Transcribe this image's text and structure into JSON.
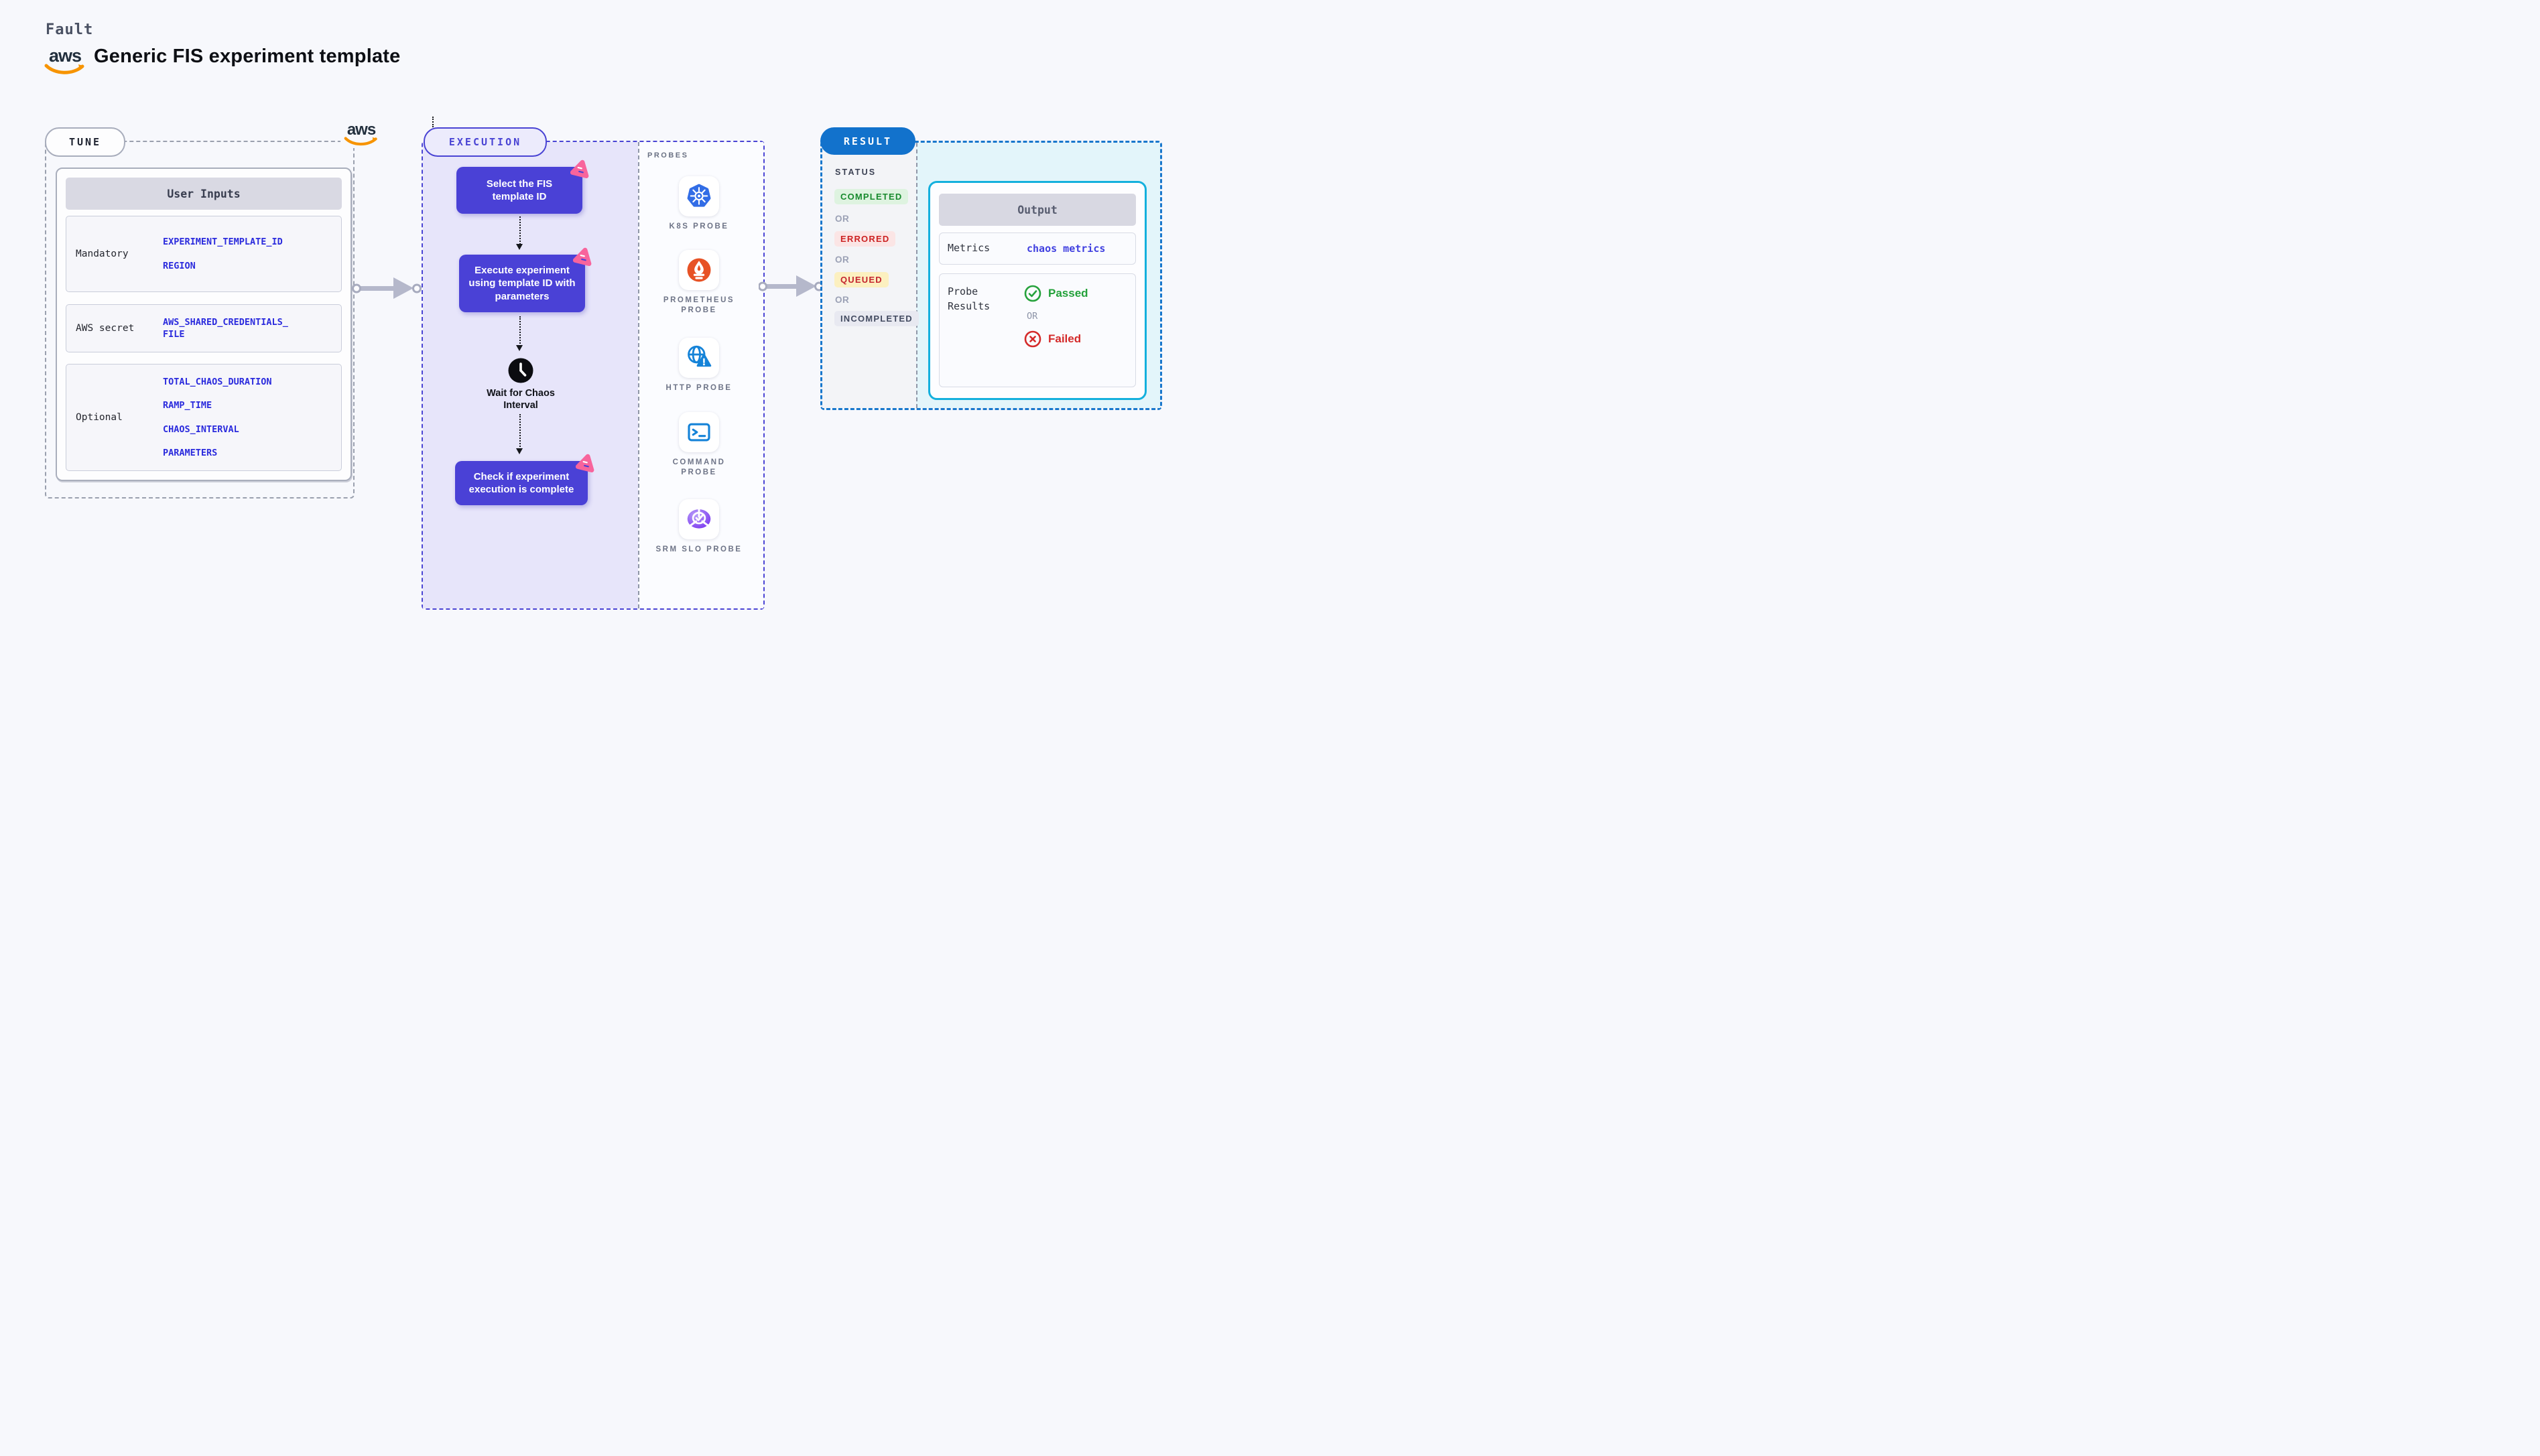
{
  "header": {
    "brand": "Fault",
    "title": "Generic FIS experiment template",
    "aws_logo_text": "aws"
  },
  "tune": {
    "badge": "TUNE",
    "table": {
      "header": "User Inputs",
      "rows": [
        {
          "label": "Mandatory",
          "values": [
            "EXPERIMENT_TEMPLATE_ID",
            "REGION"
          ]
        },
        {
          "label": "AWS secret",
          "values": [
            "AWS_SHARED_CREDENTIALS_FILE"
          ]
        },
        {
          "label": "Optional",
          "values": [
            "TOTAL_CHAOS_DURATION",
            "RAMP_TIME",
            "CHAOS_INTERVAL",
            "PARAMETERS"
          ]
        }
      ]
    }
  },
  "execution": {
    "badge": "EXECUTION",
    "step1": "Select the FIS template ID",
    "step2": "Execute experiment using template ID with parameters",
    "wait": "Wait for Chaos Interval",
    "step3": "Check if experiment execution is complete"
  },
  "probes": {
    "label": "PROBES",
    "items": [
      {
        "name": "K8S PROBE",
        "icon": "kubernetes-icon"
      },
      {
        "name": "PROMETHEUS PROBE",
        "icon": "prometheus-icon"
      },
      {
        "name": "HTTP PROBE",
        "icon": "globe-alert-icon"
      },
      {
        "name": "COMMAND PROBE",
        "icon": "terminal-icon"
      },
      {
        "name": "SRM SLO PROBE",
        "icon": "slo-donut-check-icon"
      }
    ]
  },
  "result": {
    "badge": "RESULT",
    "status_label": "STATUS",
    "or": "OR",
    "statuses": [
      "COMPLETED",
      "ERRORED",
      "QUEUED",
      "INCOMPLETED"
    ],
    "output": {
      "header": "Output",
      "metrics_label": "Metrics",
      "metrics_value": "chaos metrics",
      "probe_results_label": "Probe Results",
      "passed": "Passed",
      "failed": "Failed"
    }
  },
  "colors": {
    "indigo": "#4a44d4",
    "flow_box": "#4a41d6",
    "result_blue": "#1272cc",
    "output_border": "#14b0dd",
    "completed_green": "#178a2d",
    "errored_red": "#cc2222",
    "queued_red": "#c4242e",
    "link_blue": "#4040e0",
    "aws_orange": "#f79400",
    "chaos_pink": "#f8649c"
  }
}
